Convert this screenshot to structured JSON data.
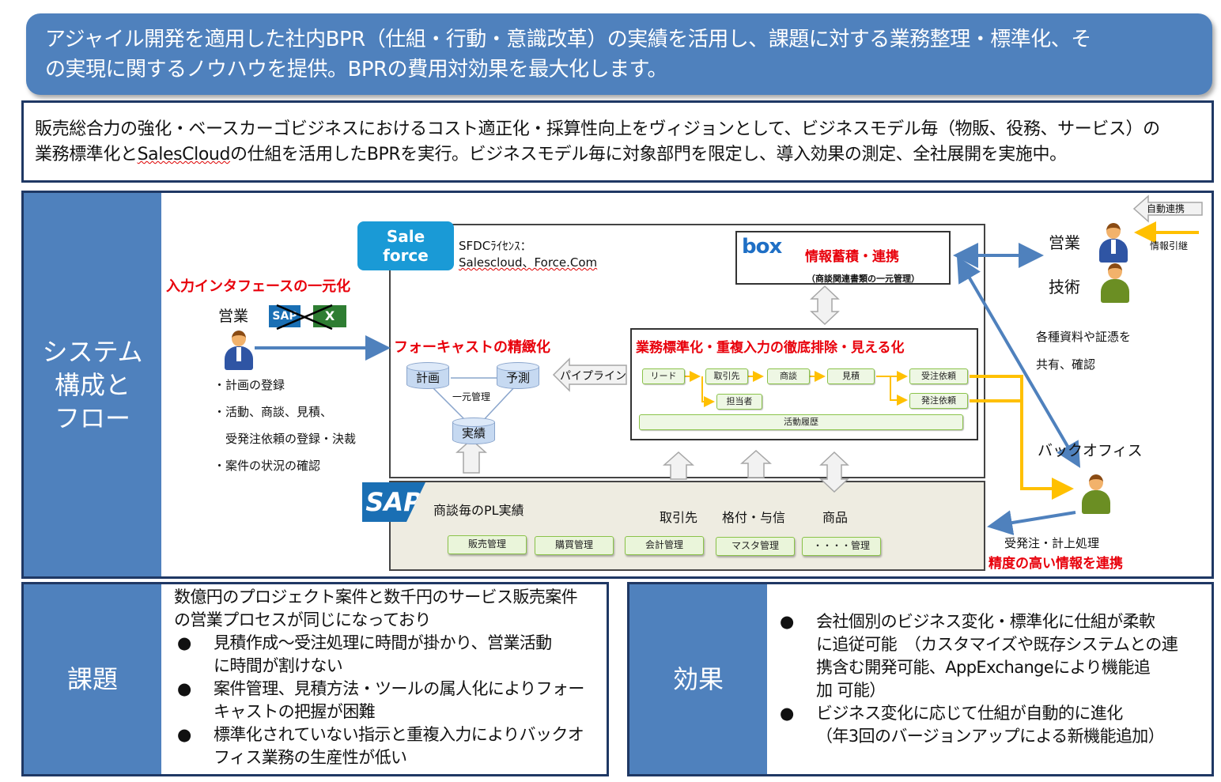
{
  "header": {
    "line1": "アジャイル開発を適用した社内BPR（仕組・行動・意識改革）の実績を活用し、課題に対する業務整理・標準化、そ",
    "line2": "の実現に関するノウハウを提供。BPRの費用対効果を最大化します。"
  },
  "vision": {
    "line1": "販売総合力の強化・ベースカーゴビジネスにおけるコスト適正化・採算性向上をヴィジョンとして、ビジネスモデル毎（物販、役務、サービス）の",
    "line2_a": "業務標準化と",
    "line2_b": "SalesCloud",
    "line2_c": "の仕組を活用したBPRを実行。ビジネスモデル毎に対象部門を限定し、導入効果の測定、全社展開を実施中。"
  },
  "labels": {
    "system": "システム\n構成と\nフロー",
    "kadai": "課題",
    "kouka": "効果"
  },
  "diagram": {
    "sf_logo_line1": "Sale",
    "sf_logo_line2": "force",
    "sfdc_line1": "SFDCﾗｲｾﾝｽ：",
    "sfdc_line2": "Salescloud、Force.Com",
    "input_title": "入力インタフェースの一元化",
    "eigyo": "営業",
    "sap_small": "SAP",
    "excel_small": "X",
    "input_items": [
      "・計画の登録",
      "・活動、商談、見積、",
      "　受発注依頼の登録・決裁",
      "・案件の状況の確認"
    ],
    "forecast_title": "フォーキャストの精緻化",
    "cyl_plan": "計画",
    "cyl_forecast": "予測",
    "cyl_actual": "実績",
    "ichigen": "一元管理",
    "pipeline": "パイプライン",
    "box_logo": "box",
    "box_title": "情報蓄積・連携",
    "box_sub": "（商談関連書類の一元管理）",
    "biz_title": "業務標準化・重複入力の徹底排除・見える化",
    "biz_lead": "リード",
    "biz_torihiki": "取引先",
    "biz_shodan": "商談",
    "biz_mitsumori": "見積",
    "biz_juchu": "受注依頼",
    "biz_hatchu": "発注依頼",
    "biz_tanto": "担当者",
    "biz_rireki": "活動履歴",
    "sap_logo": "SAP",
    "sap_pl": "商談毎のPL実績",
    "sap_torihiki": "取引先",
    "sap_kakuduke": "格付・与信",
    "sap_shohin": "商品",
    "sap_mods": [
      "販売管理",
      "購買管理",
      "会計管理",
      "マスタ管理",
      "・・・・管理"
    ],
    "auto_link": "自動連携",
    "info_pull": "情報引継",
    "right_eigyo": "営業",
    "right_gijutsu": "技術",
    "share_line1": "各種資料や証憑を",
    "share_line2": "共有、確認",
    "backoffice": "バックオフィス",
    "juhatchu": "受発注・計上処理",
    "accurate": "精度の高い情報を連携"
  },
  "kadai": {
    "intro1": "数億円のプロジェクト案件と数千円のサービス販売案件",
    "intro2": "の営業プロセスが同じになっており",
    "bullets": [
      {
        "l1": "見積作成～受注処理に時間が掛かり、営業活動",
        "l2": "に時間が割けない"
      },
      {
        "l1": "案件管理、見積方法・ツールの属人化によりフォー",
        "l2": "キャストの把握が困難"
      },
      {
        "l1": "標準化されていない指示と重複入力によりバックオ",
        "l2": "フィス業務の生産性が低い"
      }
    ]
  },
  "kouka": {
    "bullets": [
      {
        "lines": [
          "会社個別のビジネス変化・標準化に仕組が柔軟",
          "に追従可能　（カスタマイズや既存システムとの連",
          "携含む開発可能、AppExchangeにより機能追",
          "加 可能）"
        ]
      },
      {
        "lines": [
          "ビジネス変化に応じて仕組が自動的に進化",
          "（年3回のバージョンアップによる新機能追加）"
        ]
      }
    ],
    "bullet_char": "●"
  },
  "colors": {
    "banner": "#4f81bd",
    "frame": "#1f3864",
    "red": "#e8000b",
    "arrow_blue": "#4f81bd",
    "arrow_yellow": "#ffc000",
    "sf_blue": "#1a9ad6"
  }
}
